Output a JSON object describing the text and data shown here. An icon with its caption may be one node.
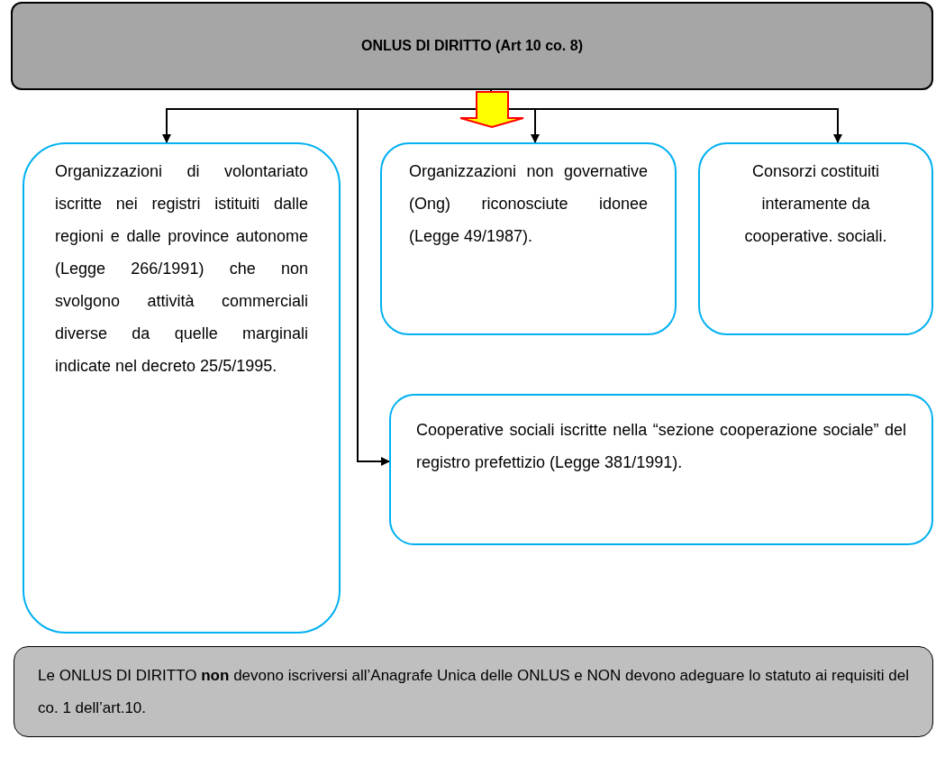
{
  "diagram": {
    "nodes": [
      {
        "text": [
          "ONLUS DI DIRITTO (Art 10 co. 8)"
        ]
      },
      {
        "text": [
          "Organizzazioni di volontariato iscritte nei registri istituiti dalle regioni e dalle province autonome (Legge 266/1991) che non svolgono attività commerciali diverse da quelle marginali indicate nel decreto 25/5/1995."
        ]
      },
      {
        "text": [
          "Organizzazioni non governative (Ong) riconosciute idonee (Legge 49/1987)."
        ]
      },
      {
        "text": [
          "Consorzi costituiti interamente da cooperative. sociali."
        ]
      },
      {
        "text": [
          "Cooperative sociali iscritte nella “sezione cooperazione sociale” del registro prefettizio (Legge 381/1991)."
        ]
      },
      {
        "text": [
          "Le ONLUS DI DIRITTO **non** devono iscriversi all’Anagrafe Unica delle ONLUS e NON devono adeguare lo statuto ai requisiti del co. 1  dell’art.10."
        ]
      }
    ],
    "edges": [
      {
        "from": 0,
        "to": 1,
        "arrow": "to"
      },
      {
        "from": 0,
        "to": 2,
        "arrow": "to"
      },
      {
        "from": 0,
        "to": 3,
        "arrow": "to"
      },
      {
        "from": 0,
        "to": 4,
        "arrow": "to"
      }
    ]
  }
}
